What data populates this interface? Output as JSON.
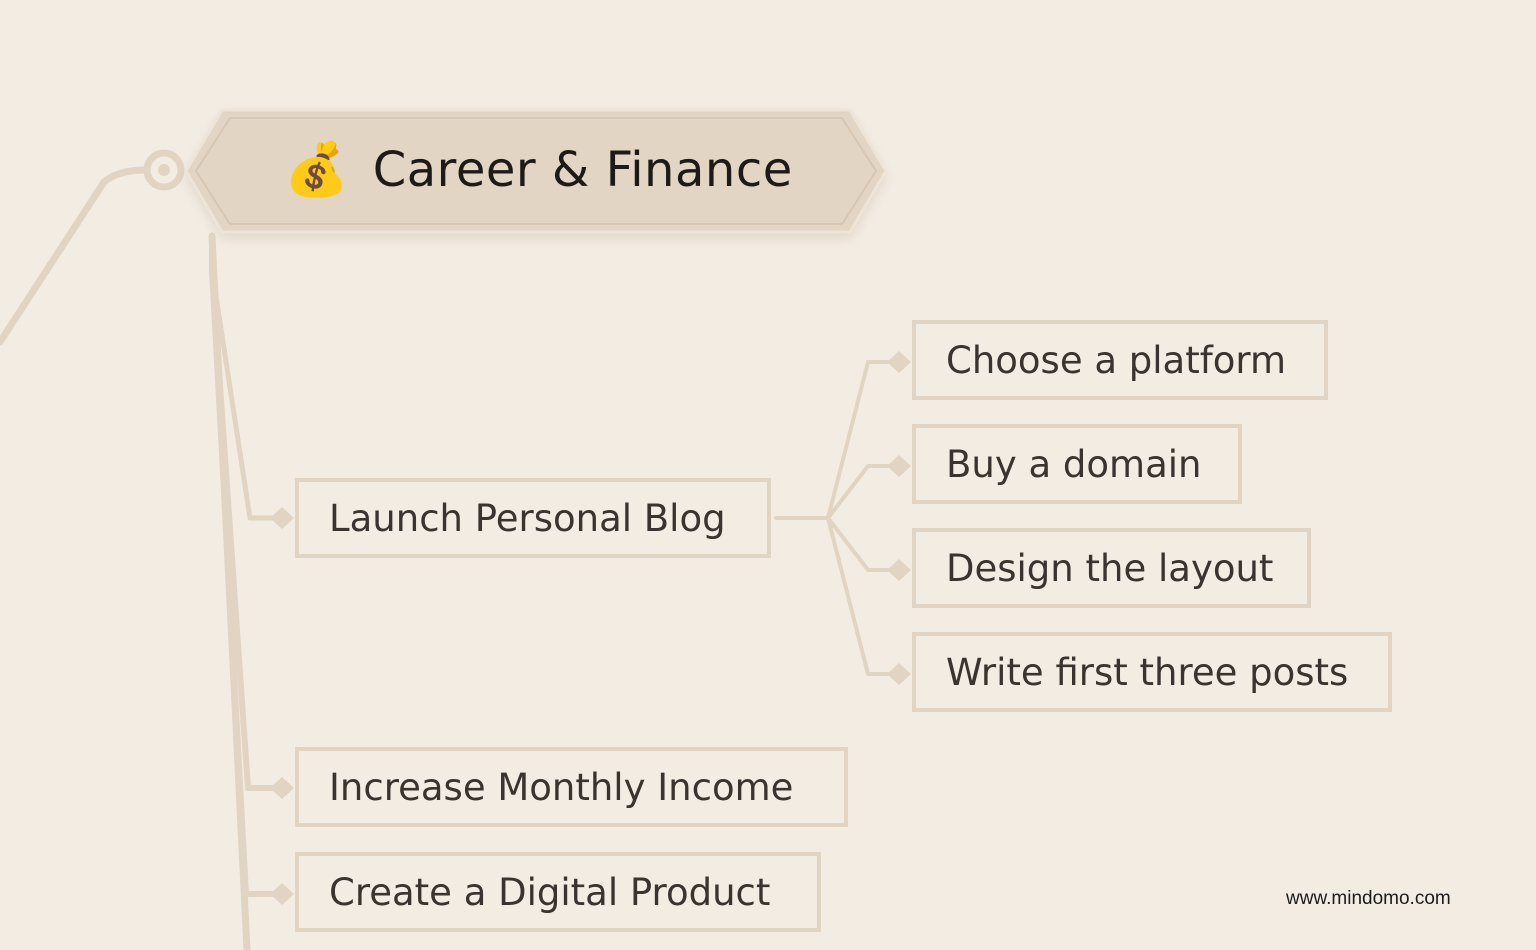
{
  "map": {
    "central": {
      "icon": "money-bag-icon",
      "emoji": "💰",
      "label": "Career & Finance"
    },
    "subtopics": [
      {
        "label": "Launch Personal Blog",
        "children": [
          {
            "label": "Choose a platform"
          },
          {
            "label": "Buy a domain"
          },
          {
            "label": "Design the layout"
          },
          {
            "label": "Write first three posts"
          }
        ]
      },
      {
        "label": "Increase Monthly Income"
      },
      {
        "label": "Create a Digital Product"
      }
    ]
  },
  "watermark": "www.mindomo.com",
  "colors": {
    "background": "#f3ece3",
    "connector": "#e2d4c2",
    "central_fill": "#e3d5c4",
    "text": "#3a3430"
  }
}
